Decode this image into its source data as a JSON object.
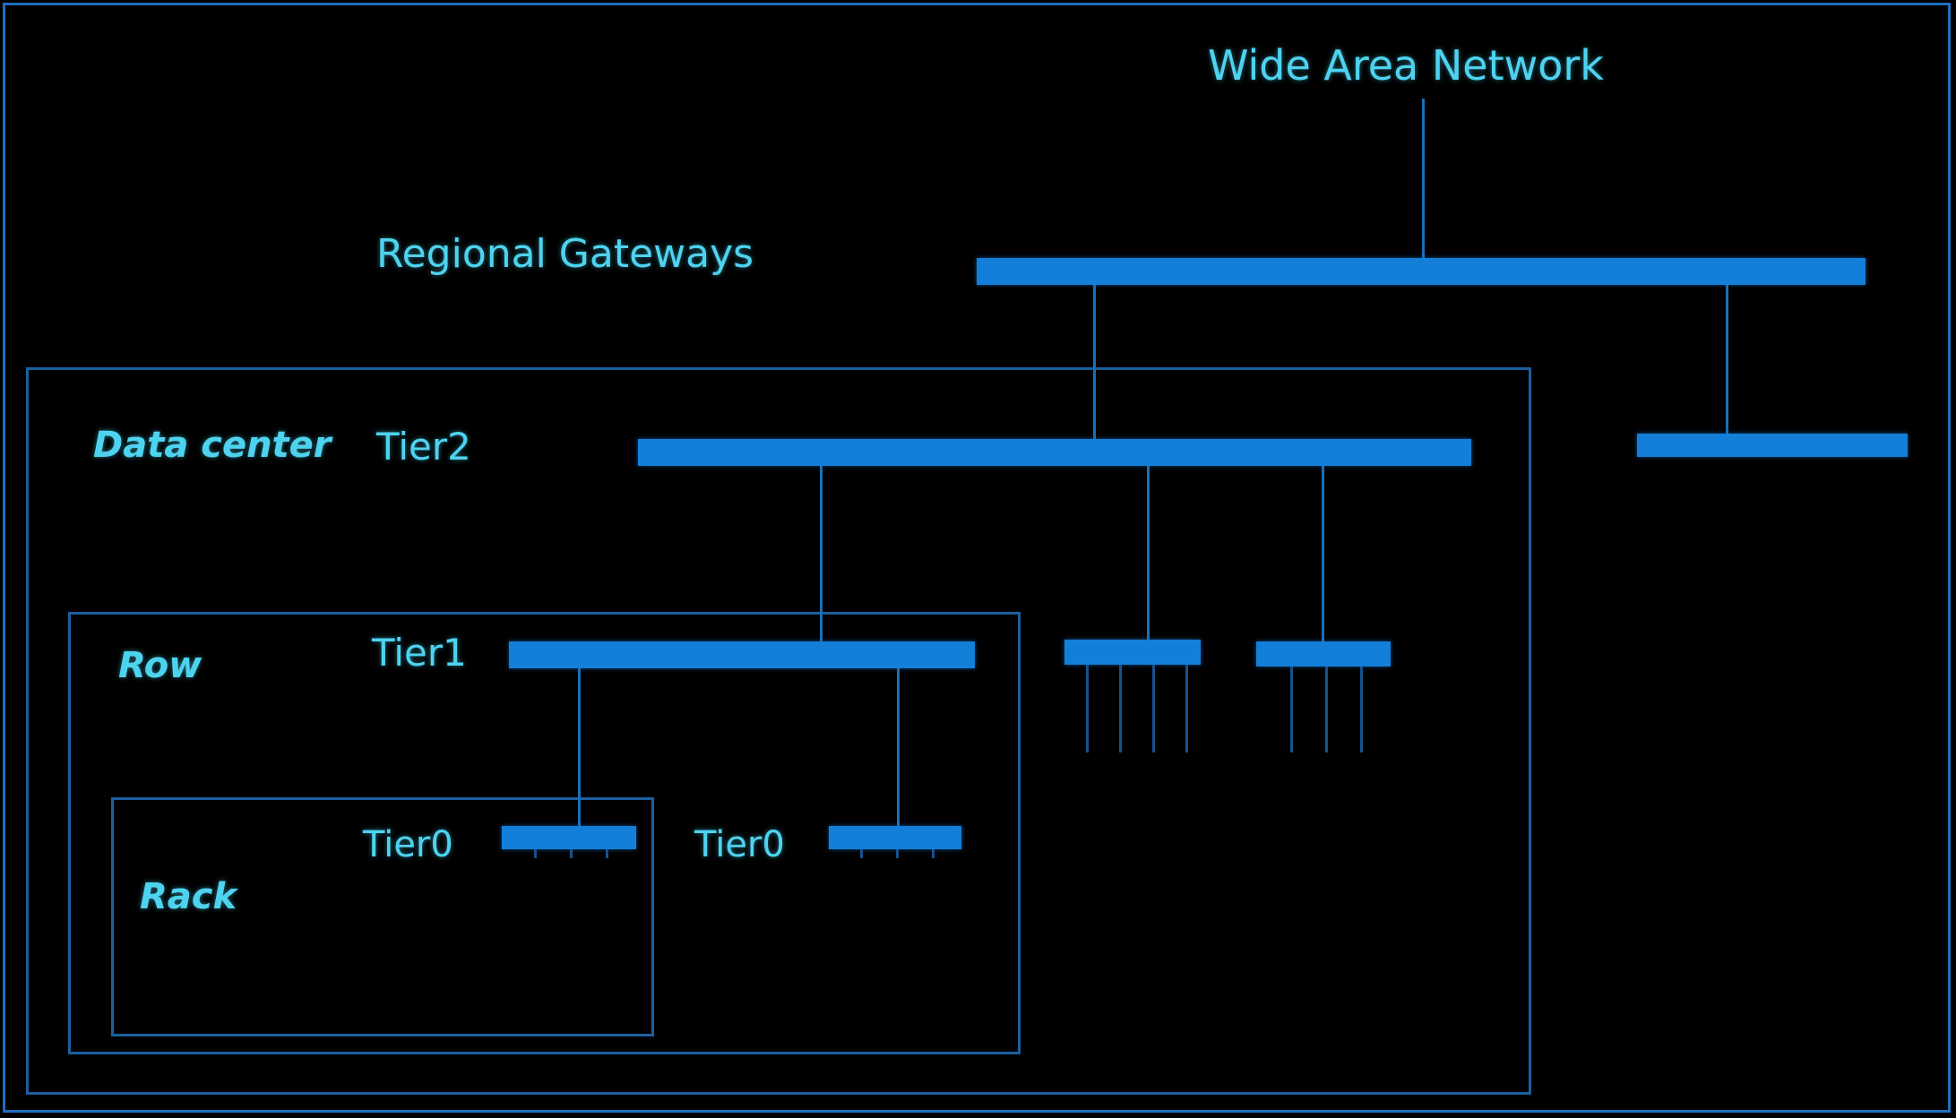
{
  "diagram": {
    "title": "Data center network hierarchy",
    "background_color": "#000000",
    "bar_color": "#137fd8",
    "link_color": "#1b6fb6",
    "label_color": "#4ed3ef",
    "box_border_color": "#1c5f9e"
  },
  "labels": {
    "wide_area_network": "Wide Area Network",
    "regional_gateways": "Regional Gateways",
    "data_center": "Data center",
    "tier2": "Tier2",
    "row": "Row",
    "tier1": "Tier1",
    "rack": "Rack",
    "tier0_a": "Tier0",
    "tier0_b": "Tier0"
  },
  "scopes": [
    {
      "name": "Data center",
      "italic": true
    },
    {
      "name": "Row",
      "italic": true
    },
    {
      "name": "Rack",
      "italic": true
    }
  ],
  "tiers": [
    {
      "name": "Regional Gateways",
      "count": 1,
      "children": 2
    },
    {
      "name": "Tier2",
      "count": 2,
      "children": 3
    },
    {
      "name": "Tier1",
      "count": 3,
      "children": 2
    },
    {
      "name": "Tier0",
      "count": 2,
      "children": 0
    }
  ],
  "switches": [
    {
      "id": "regional-gateway-bar",
      "tier": "Regional Gateways",
      "uplinks": 1,
      "downlinks": 2
    },
    {
      "id": "tier2-main-bar",
      "tier": "Tier2",
      "uplinks": 1,
      "downlinks": 3
    },
    {
      "id": "tier2-right-bar",
      "tier": "Tier2",
      "uplinks": 1,
      "downlinks": 0
    },
    {
      "id": "tier1-left-bar",
      "tier": "Tier1",
      "uplinks": 1,
      "downlinks": 2
    },
    {
      "id": "tier1-mid-bar",
      "tier": "Tier1",
      "uplinks": 1,
      "downlinks": 4
    },
    {
      "id": "tier1-right-bar",
      "tier": "Tier1",
      "uplinks": 1,
      "downlinks": 3
    },
    {
      "id": "tier0-a-bar",
      "tier": "Tier0",
      "uplinks": 1,
      "downlinks": 3
    },
    {
      "id": "tier0-b-bar",
      "tier": "Tier0",
      "uplinks": 1,
      "downlinks": 3
    }
  ]
}
